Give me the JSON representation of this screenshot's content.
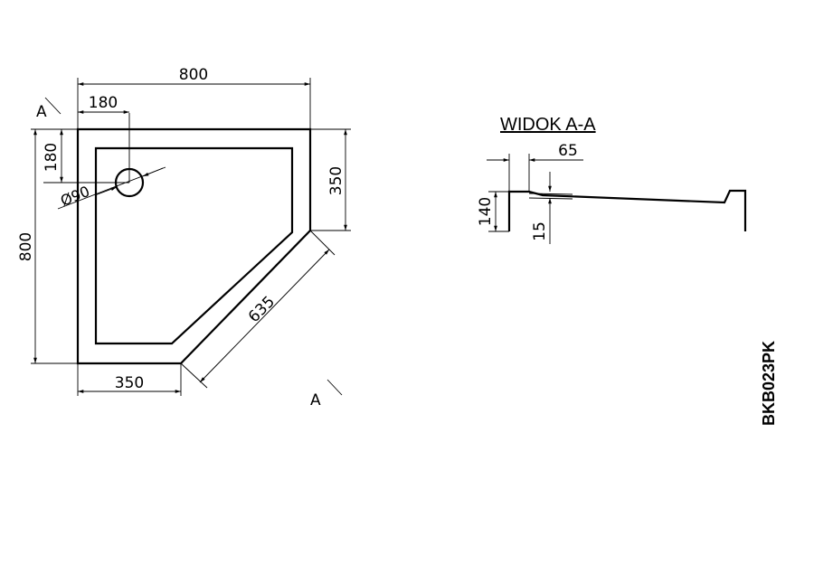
{
  "plan": {
    "dim_width": "800",
    "dim_height": "800",
    "dim_drain_x": "180",
    "dim_drain_y": "180",
    "dim_side_right": "350",
    "dim_side_bottom": "350",
    "dim_diagonal": "635",
    "dim_drain_diameter": "Ø90",
    "section_marker_top": "A",
    "section_marker_bottom": "A"
  },
  "section_view": {
    "title": "WIDOK A-A",
    "dim_rim_width": "65",
    "dim_height": "140",
    "dim_depth": "15"
  },
  "product_code": "BKB023PK",
  "colors": {
    "line": "#000000",
    "background": "#ffffff"
  }
}
